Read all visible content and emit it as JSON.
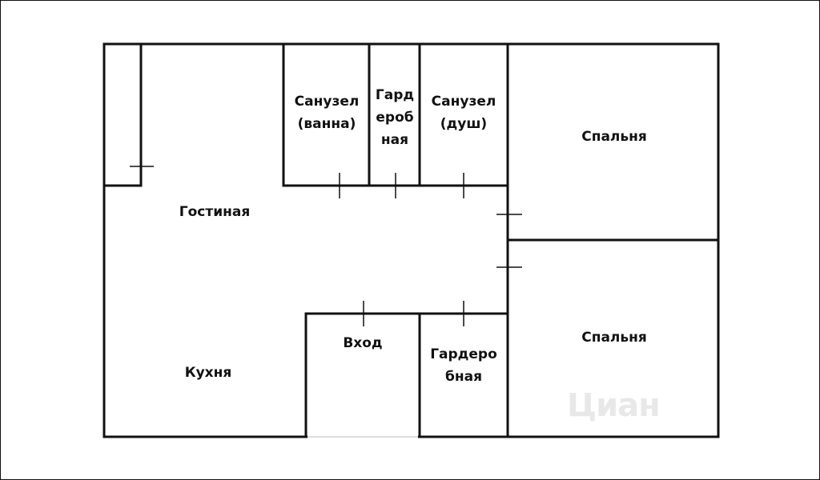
{
  "rooms": {
    "bath_combined": {
      "lines": [
        "Санузел",
        "(ванна)"
      ]
    },
    "wardrobe_top": {
      "lines": [
        "Гард",
        "ероб",
        "ная"
      ]
    },
    "bath_shower": {
      "lines": [
        "Санузел",
        "(душ)"
      ]
    },
    "bedroom_top": {
      "lines": [
        "Спальня"
      ]
    },
    "living": {
      "lines": [
        "Гостиная"
      ]
    },
    "entrance": {
      "lines": [
        "Вход"
      ]
    },
    "wardrobe_bottom": {
      "lines": [
        "Гардеро",
        "бная"
      ]
    },
    "kitchen": {
      "lines": [
        "Кухня"
      ]
    },
    "bedroom_bottom": {
      "lines": [
        "Спальня"
      ]
    }
  },
  "watermark": {
    "text": "Циан"
  },
  "colors": {
    "wall": "#111111",
    "background": "#ffffff",
    "watermark": "#d9d9d9"
  }
}
